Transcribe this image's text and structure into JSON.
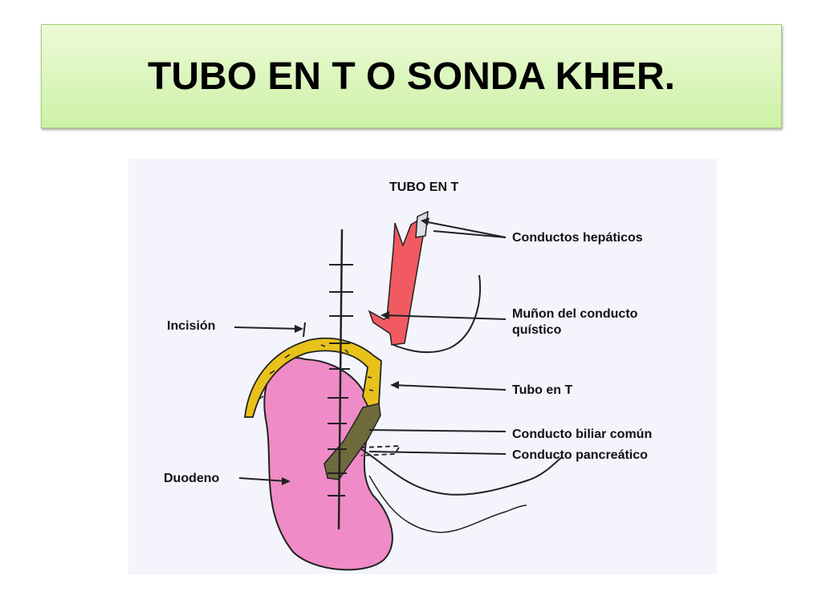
{
  "slide": {
    "title": "TUBO EN T O SONDA KHER."
  },
  "figure": {
    "heading": "TUBO EN T",
    "labels": {
      "hepatic_ducts": "Conductos hepáticos",
      "cystic_stump_line1": "Muñon del conducto",
      "cystic_stump_line2": "quístico",
      "incision": "Incisión",
      "t_tube": "Tubo en T",
      "common_bile_duct": "Conducto biliar común",
      "pancreatic_duct": "Conducto pancreático",
      "duodenum": "Duodeno"
    },
    "colors": {
      "background": "#f4f5fc",
      "hepatic_duct": "#f05a60",
      "t_tube": "#e8c21a",
      "common_duct": "#6f6a3c",
      "duodenum": "#ef8cc7",
      "ink": "#111111"
    }
  }
}
